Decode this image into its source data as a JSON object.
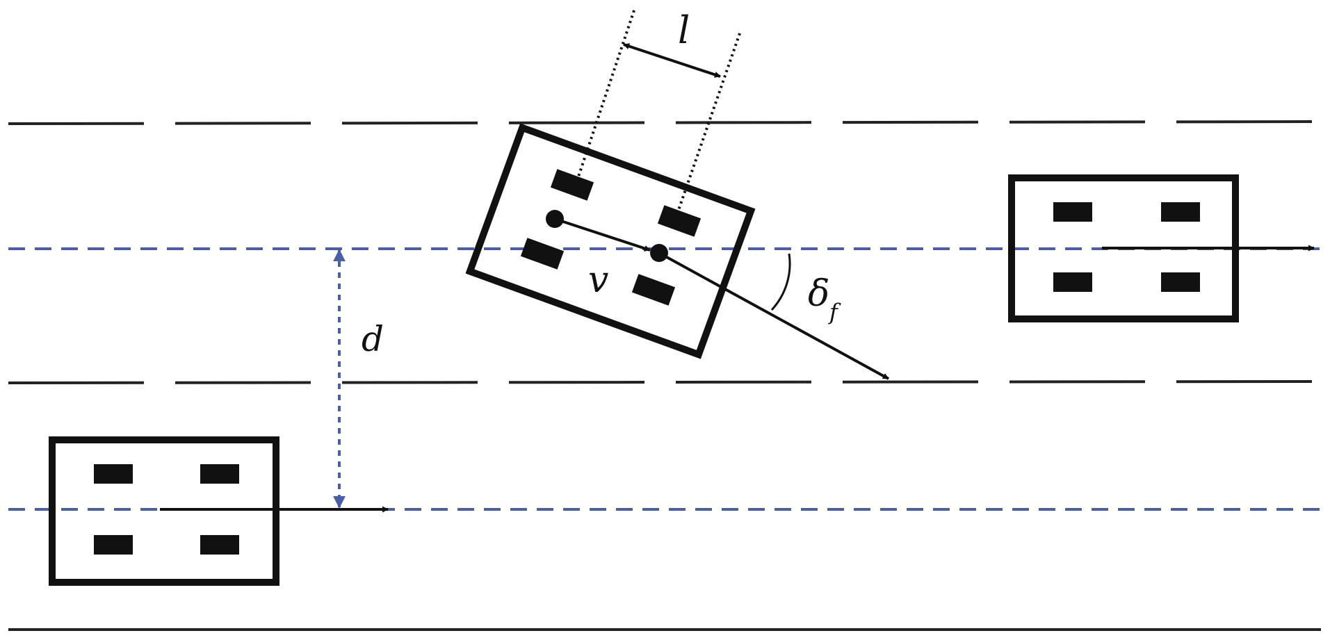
{
  "labels": {
    "wheelbase": "l",
    "velocity": "v",
    "steer_symbol": "δ",
    "steer_subscript": "f",
    "lateral_offset": "d"
  },
  "colors": {
    "ink": "#111111",
    "lane_center": "#4a5fa8",
    "background": "#ffffff"
  }
}
